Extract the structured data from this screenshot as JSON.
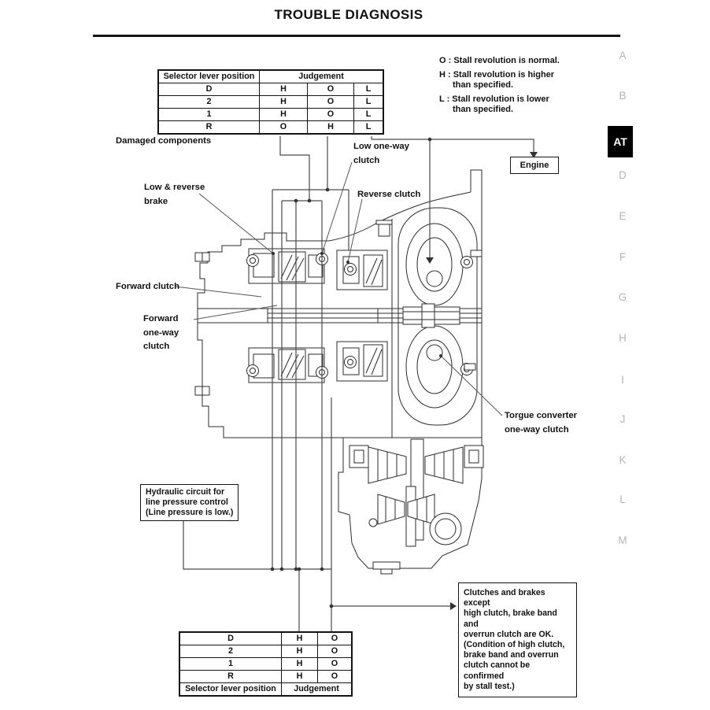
{
  "page": {
    "title": "TROUBLE DIAGNOSIS"
  },
  "side_index": {
    "tabs": [
      "A",
      "B",
      "AT",
      "D",
      "E",
      "F",
      "G",
      "H",
      "I",
      "J",
      "K",
      "L",
      "M"
    ],
    "active_tab": "AT"
  },
  "top_table": {
    "col_position": "Selector lever position",
    "col_judgement": "Judgement",
    "rows": [
      {
        "position": "D",
        "j1": "H",
        "j2": "O",
        "j3": "L"
      },
      {
        "position": "2",
        "j1": "H",
        "j2": "O",
        "j3": "L"
      },
      {
        "position": "1",
        "j1": "H",
        "j2": "O",
        "j3": "L"
      },
      {
        "position": "R",
        "j1": "O",
        "j2": "H",
        "j3": "L"
      }
    ]
  },
  "legend": {
    "items": [
      "O : Stall revolution is normal.",
      "H : Stall revolution is higher\nthan specified.",
      "L : Stall revolution is lower\nthan specified."
    ]
  },
  "callouts": {
    "damaged_components": "Damaged components",
    "engine": "Engine",
    "low_reverse_brake": "Low & reverse\nbrake",
    "low_one_way_clutch": "Low one-way\nclutch",
    "reverse_clutch": "Reverse clutch",
    "forward_clutch": "Forward clutch",
    "forward_one_way_clutch": "Forward\none-way\nclutch",
    "torque_converter_one_way_clutch": "Torgue converter\none-way clutch"
  },
  "hydraulic_box": {
    "text": "Hydraulic circuit for\nline pressure control\n(Line pressure is low.)"
  },
  "note_box": {
    "text": "Clutches and brakes except\nhigh clutch, brake band and\noverrun clutch are OK.\n(Condition of high clutch,\nbrake band and overrun\nclutch cannot be confirmed\nby stall test.)"
  },
  "bottom_table": {
    "rows": [
      {
        "position": "D",
        "j1": "H",
        "j2": "O"
      },
      {
        "position": "2",
        "j1": "H",
        "j2": "O"
      },
      {
        "position": "1",
        "j1": "H",
        "j2": "O"
      },
      {
        "position": "R",
        "j1": "H",
        "j2": "O"
      }
    ],
    "footer_position": "Selector lever position",
    "footer_judgement": "Judgement"
  },
  "colors": {
    "active_tab_bg": "#000000",
    "active_tab_text": "#ffffff",
    "index_letter": "#b4b4b4",
    "connector_line": "#4a4a4a",
    "drawing_line": "#2b2b2b",
    "text": "#111111"
  }
}
